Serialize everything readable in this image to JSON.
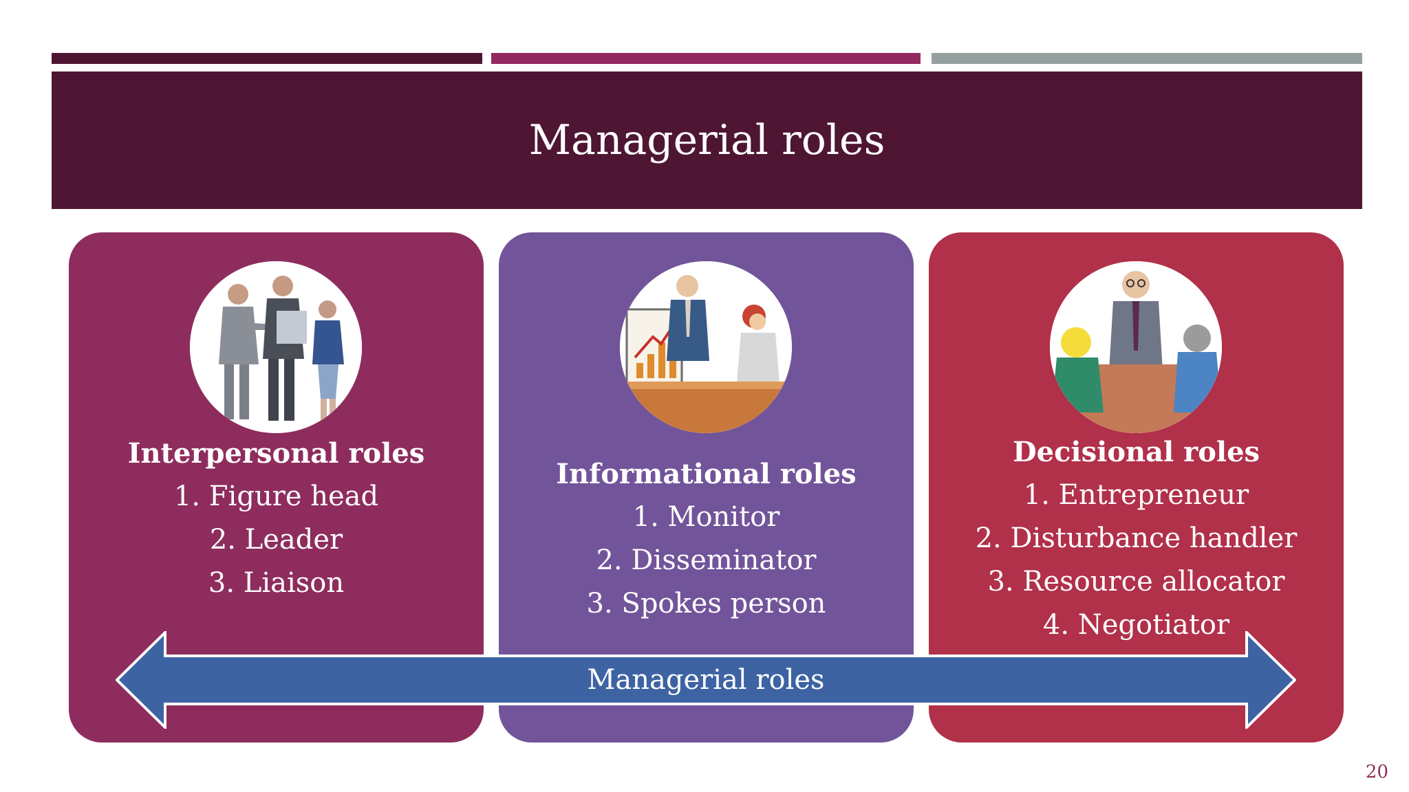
{
  "colors": {
    "stripe_1": "#4e1633",
    "stripe_2": "#93285f",
    "stripe_3": "#94a0a0",
    "title_band": "#4e1633",
    "panel_interpersonal": "#8e2d5d",
    "panel_informational": "#72549a",
    "panel_decisional": "#b1304a",
    "arrow_fill": "#3e63a3",
    "page_number": "#8e2d5d"
  },
  "slide": {
    "title": "Managerial roles",
    "page_number": "20"
  },
  "panels": [
    {
      "heading": "Interpersonal roles",
      "icon": "handshake-people-icon",
      "items": [
        "1. Figure head",
        "2. Leader",
        "3. Liaison"
      ]
    },
    {
      "heading": "Informational roles",
      "icon": "presentation-chart-icon",
      "items": [
        "1. Monitor",
        "2. Disseminator",
        "3. Spokes person"
      ]
    },
    {
      "heading": "Decisional roles",
      "icon": "meeting-table-icon",
      "items": [
        "1. Entrepreneur",
        "2. Disturbance handler",
        "3. Resource allocator",
        "4. Negotiator"
      ]
    }
  ],
  "arrow": {
    "label": "Managerial roles"
  }
}
